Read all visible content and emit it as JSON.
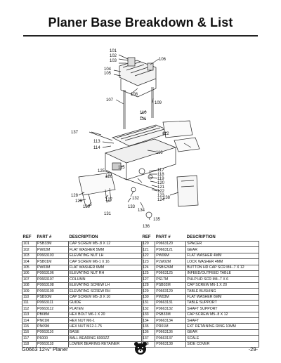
{
  "page": {
    "title": "Planer Base Breakdown & List",
    "footer_model": "G0663 12½\" Planer",
    "footer_page": "-29-"
  },
  "diagram": {
    "callouts": [
      "101",
      "102",
      "103",
      "104",
      "105",
      "106",
      "107",
      "108",
      "109",
      "110",
      "111",
      "112",
      "113",
      "114",
      "115",
      "116",
      "117",
      "118",
      "119",
      "120",
      "121",
      "122",
      "123",
      "124",
      "125",
      "126",
      "127",
      "128",
      "129",
      "130",
      "131",
      "132",
      "133",
      "134",
      "135",
      "136",
      "137",
      "138"
    ]
  },
  "parts_table": {
    "headers": [
      "REF",
      "PART #",
      "DESCRIPTION"
    ],
    "left": [
      [
        "101",
        "PSB33M",
        "CAP SCREW M5-.8 X 12"
      ],
      [
        "102",
        "PW02M",
        "FLAT WASHER 5MM"
      ],
      [
        "103",
        "P0663103",
        "ELEVATING NUT LH"
      ],
      [
        "104",
        "PSB01M",
        "CAP SCREW M6-1 X 16"
      ],
      [
        "105",
        "PW03M",
        "FLAT WASHER 6MM"
      ],
      [
        "106",
        "P0663106",
        "ELEVATING NUT RH"
      ],
      [
        "107",
        "P0663107",
        "COLUMN"
      ],
      [
        "108",
        "P0663108",
        "ELEVATING SCREW LH"
      ],
      [
        "109",
        "P0663109",
        "ELEVATING SCREW RH"
      ],
      [
        "110",
        "PSB50M",
        "CAP SCREW M5-.8 X 10"
      ],
      [
        "111",
        "P0663111",
        "GUIDE"
      ],
      [
        "112",
        "P0663112",
        "PLATEN"
      ],
      [
        "113",
        "PB08M",
        "HEX BOLT M6-1 X 20"
      ],
      [
        "114",
        "PN01M",
        "HEX NUT M6-1"
      ],
      [
        "115",
        "PN09M",
        "HEX NUT M12-1.75"
      ],
      [
        "116",
        "P0663116",
        "BASE"
      ],
      [
        "117",
        "P6000",
        "BALL BEARING 6000ZZ"
      ],
      [
        "118",
        "P0663118",
        "LOWER BEARING RETAINER"
      ]
    ],
    "right": [
      [
        "120",
        "P0663120",
        "SPACER"
      ],
      [
        "121",
        "P0663121",
        "GEAR"
      ],
      [
        "122",
        "PW06M",
        "FLAT WASHER 4MM"
      ],
      [
        "123",
        "PLW02M",
        "LOCK WASHER 4MM"
      ],
      [
        "124",
        "PSBS26M",
        "BUTTON HD CAP SCR M4-.7 X 12"
      ],
      [
        "125",
        "P0663125",
        "INFEED/OUTFEED TABLE"
      ],
      [
        "127",
        "PS17M",
        "PHLP HD SCR M4-.7 X 6"
      ],
      [
        "128",
        "PSB02M",
        "CAP SCREW M6-1 X 20"
      ],
      [
        "129",
        "P0663129",
        "TABLE BUSHING"
      ],
      [
        "130",
        "PW03M",
        "FLAT WASHER 6MM"
      ],
      [
        "131",
        "P0663131",
        "TABLE SUPPORT"
      ],
      [
        "132",
        "P0663132",
        "SHAFT SUPPORT"
      ],
      [
        "133",
        "PSB33M",
        "CAP SCREW M5-.8 X 12"
      ],
      [
        "134",
        "P0663134",
        "SHAFT"
      ],
      [
        "135",
        "PR01M",
        "EXT RETAINING RING 10MM"
      ],
      [
        "136",
        "P0663136",
        "GEAR"
      ],
      [
        "137",
        "P0663137",
        "SCALE"
      ],
      [
        "138",
        "P0663138",
        "SIDE COVER"
      ]
    ]
  }
}
